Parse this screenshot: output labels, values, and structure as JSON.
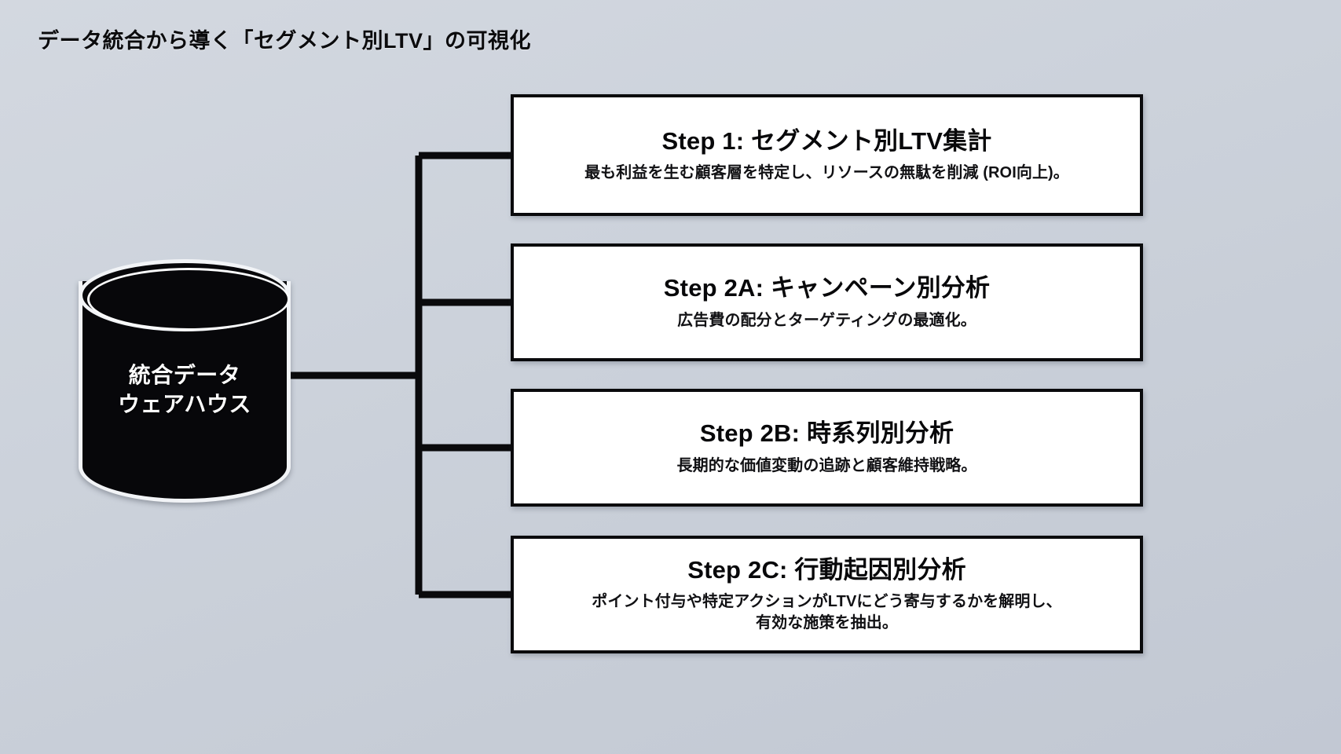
{
  "title": "データ統合から導く「セグメント別LTV」の可視化",
  "source_node": {
    "icon": "database-cylinder-icon",
    "label_line1": "統合データ",
    "label_line2": "ウェアハウス"
  },
  "steps": [
    {
      "id": "step1",
      "title": "Step 1: セグメント別LTV集計",
      "desc_line1": "最も利益を生む顧客層を特定し、リソースの無駄を削減 (ROI向上)。",
      "desc_line2": ""
    },
    {
      "id": "step2a",
      "title": "Step 2A: キャンペーン別分析",
      "desc_line1": "広告費の配分とターゲティングの最適化。",
      "desc_line2": ""
    },
    {
      "id": "step2b",
      "title": "Step 2B: 時系列別分析",
      "desc_line1": "長期的な価値変動の追跡と顧客維持戦略。",
      "desc_line2": ""
    },
    {
      "id": "step2c",
      "title": "Step 2C: 行動起因別分析",
      "desc_line1": "ポイント付与や特定アクションがLTVにどう寄与するかを解明し、",
      "desc_line2": "有効な施策を抽出。"
    }
  ],
  "colors": {
    "background": "#ccd2db",
    "node_fill": "#07070a",
    "node_text": "#ffffff",
    "box_fill": "#ffffff",
    "box_border": "#0a0a0c",
    "connector": "#0a0a0c",
    "title_text": "#0b0b0d"
  }
}
